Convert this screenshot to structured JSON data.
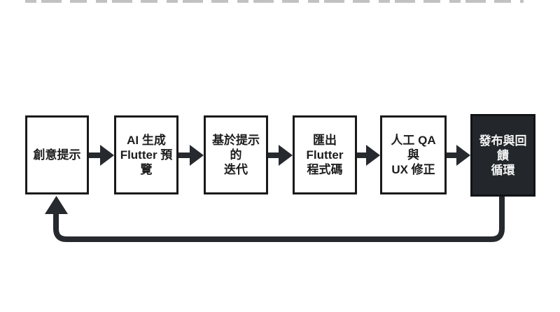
{
  "flow": {
    "steps": [
      {
        "id": "creative-prompt",
        "label": "創意提示",
        "variant": "light"
      },
      {
        "id": "ai-flutter-preview",
        "label": "AI 生成\nFlutter 預\n覽",
        "variant": "light"
      },
      {
        "id": "prompt-based-iteration",
        "label": "基於提示的\n迭代",
        "variant": "light"
      },
      {
        "id": "export-flutter-code",
        "label": "匯出\nFlutter\n程式碼",
        "variant": "light"
      },
      {
        "id": "manual-qa-ux-fixes",
        "label": "人工 QA 與\nUX 修正",
        "variant": "light"
      },
      {
        "id": "release-feedback-loop",
        "label": "發布與回饋\n循環",
        "variant": "dark"
      }
    ],
    "colors": {
      "background": "#ffffff",
      "box_fill": "#ffffff",
      "box_border": "#1a1a1a",
      "dark_box_fill": "#23272b",
      "dark_box_text": "#f4f4f4",
      "text": "#1d1d1d",
      "arrow": "#26292e"
    }
  }
}
